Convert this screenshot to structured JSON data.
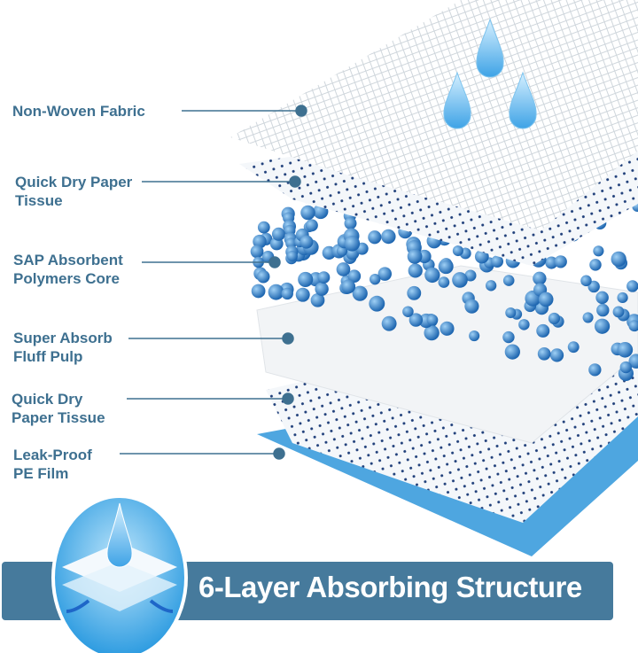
{
  "labels": [
    {
      "line1": "Non-Woven Fabric",
      "line2": ""
    },
    {
      "line1": "Quick Dry Paper",
      "line2": "Tissue"
    },
    {
      "line1": "SAP Absorbent",
      "line2": "Polymers Core"
    },
    {
      "line1": "Super Absorb",
      "line2": "Fluff Pulp"
    },
    {
      "line1": "Quick Dry",
      "line2": "Paper Tissue"
    },
    {
      "line1": "Leak-Proof",
      "line2": "PE Film"
    }
  ],
  "banner": {
    "title": "6-Layer Absorbing Structure"
  },
  "colors": {
    "label": "#3e7090",
    "banner": "#467a9c",
    "film": "#4ea6e0",
    "beads": "#2f7cc4"
  }
}
